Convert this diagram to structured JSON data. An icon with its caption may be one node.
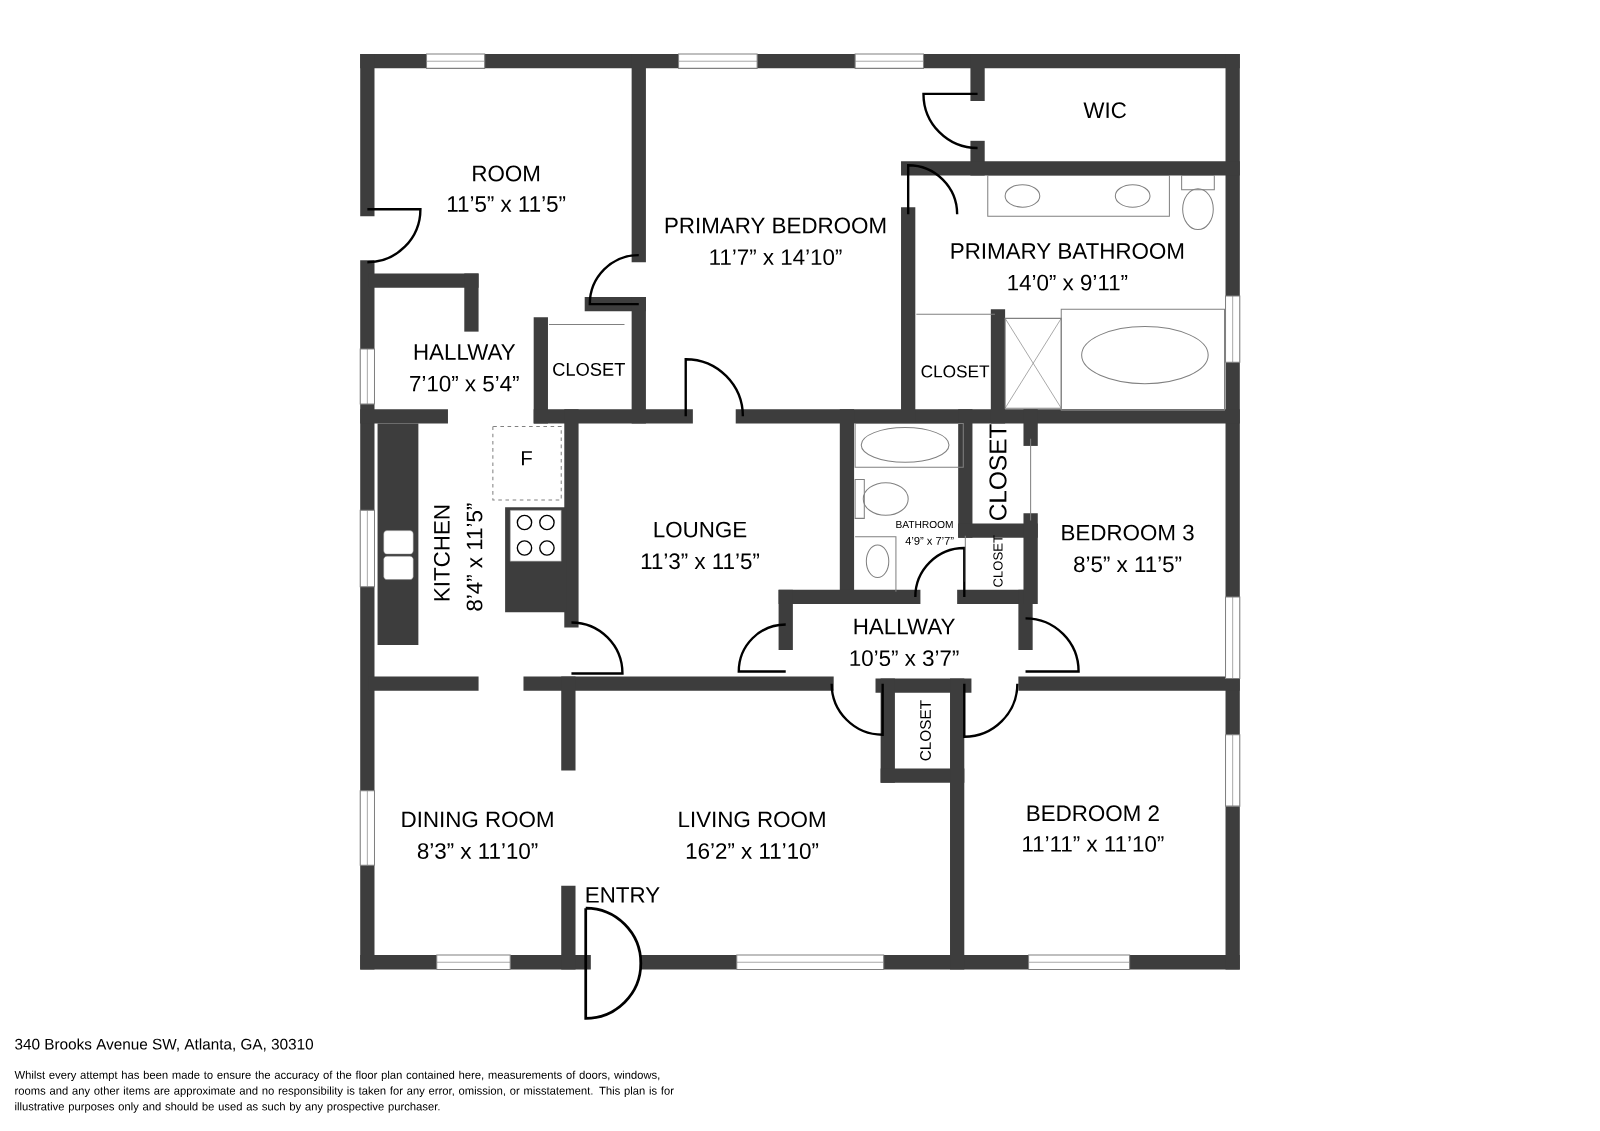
{
  "diagram": {
    "labels": [
      "WIC",
      "ROOM",
      "11’5” x 11’5”",
      "PRIMARY BEDROOM",
      "11’7” x 14’10”",
      "PRIMARY BATHROOM",
      "14’0” x 9’11”",
      "HALLWAY",
      "7’10” x 5’4”",
      "CLOSET",
      "CLOSET",
      "F",
      "KITCHEN",
      "8’4” x 11’5”",
      "LOUNGE",
      "11’3” x 11’5”",
      "CLOSET",
      "BATHROOM",
      "4’9” x 7’7”",
      "CLOSET",
      "BEDROOM 3",
      "8’5” x 11’5”",
      "HALLWAY",
      "10’5” x 3’7”",
      "CLOSET",
      "DINING ROOM",
      "8’3” x 11’10”",
      "LIVING ROOM",
      "16’2” x 11’10”",
      "BEDROOM 2",
      "11’11” x 11’10”",
      "ENTRY",
      "340 Brooks Avenue SW, Atlanta, GA, 30310",
      "Whilst every attempt has been made to ensure the accuracy of the floor plan contained here, measurements of doors, windows, rooms and any other items are approximate and no responsibility is taken for any error, omission, or misstatement. This plan is for illustrative purposes only and should be used as such by any prospective purchaser."
    ]
  }
}
